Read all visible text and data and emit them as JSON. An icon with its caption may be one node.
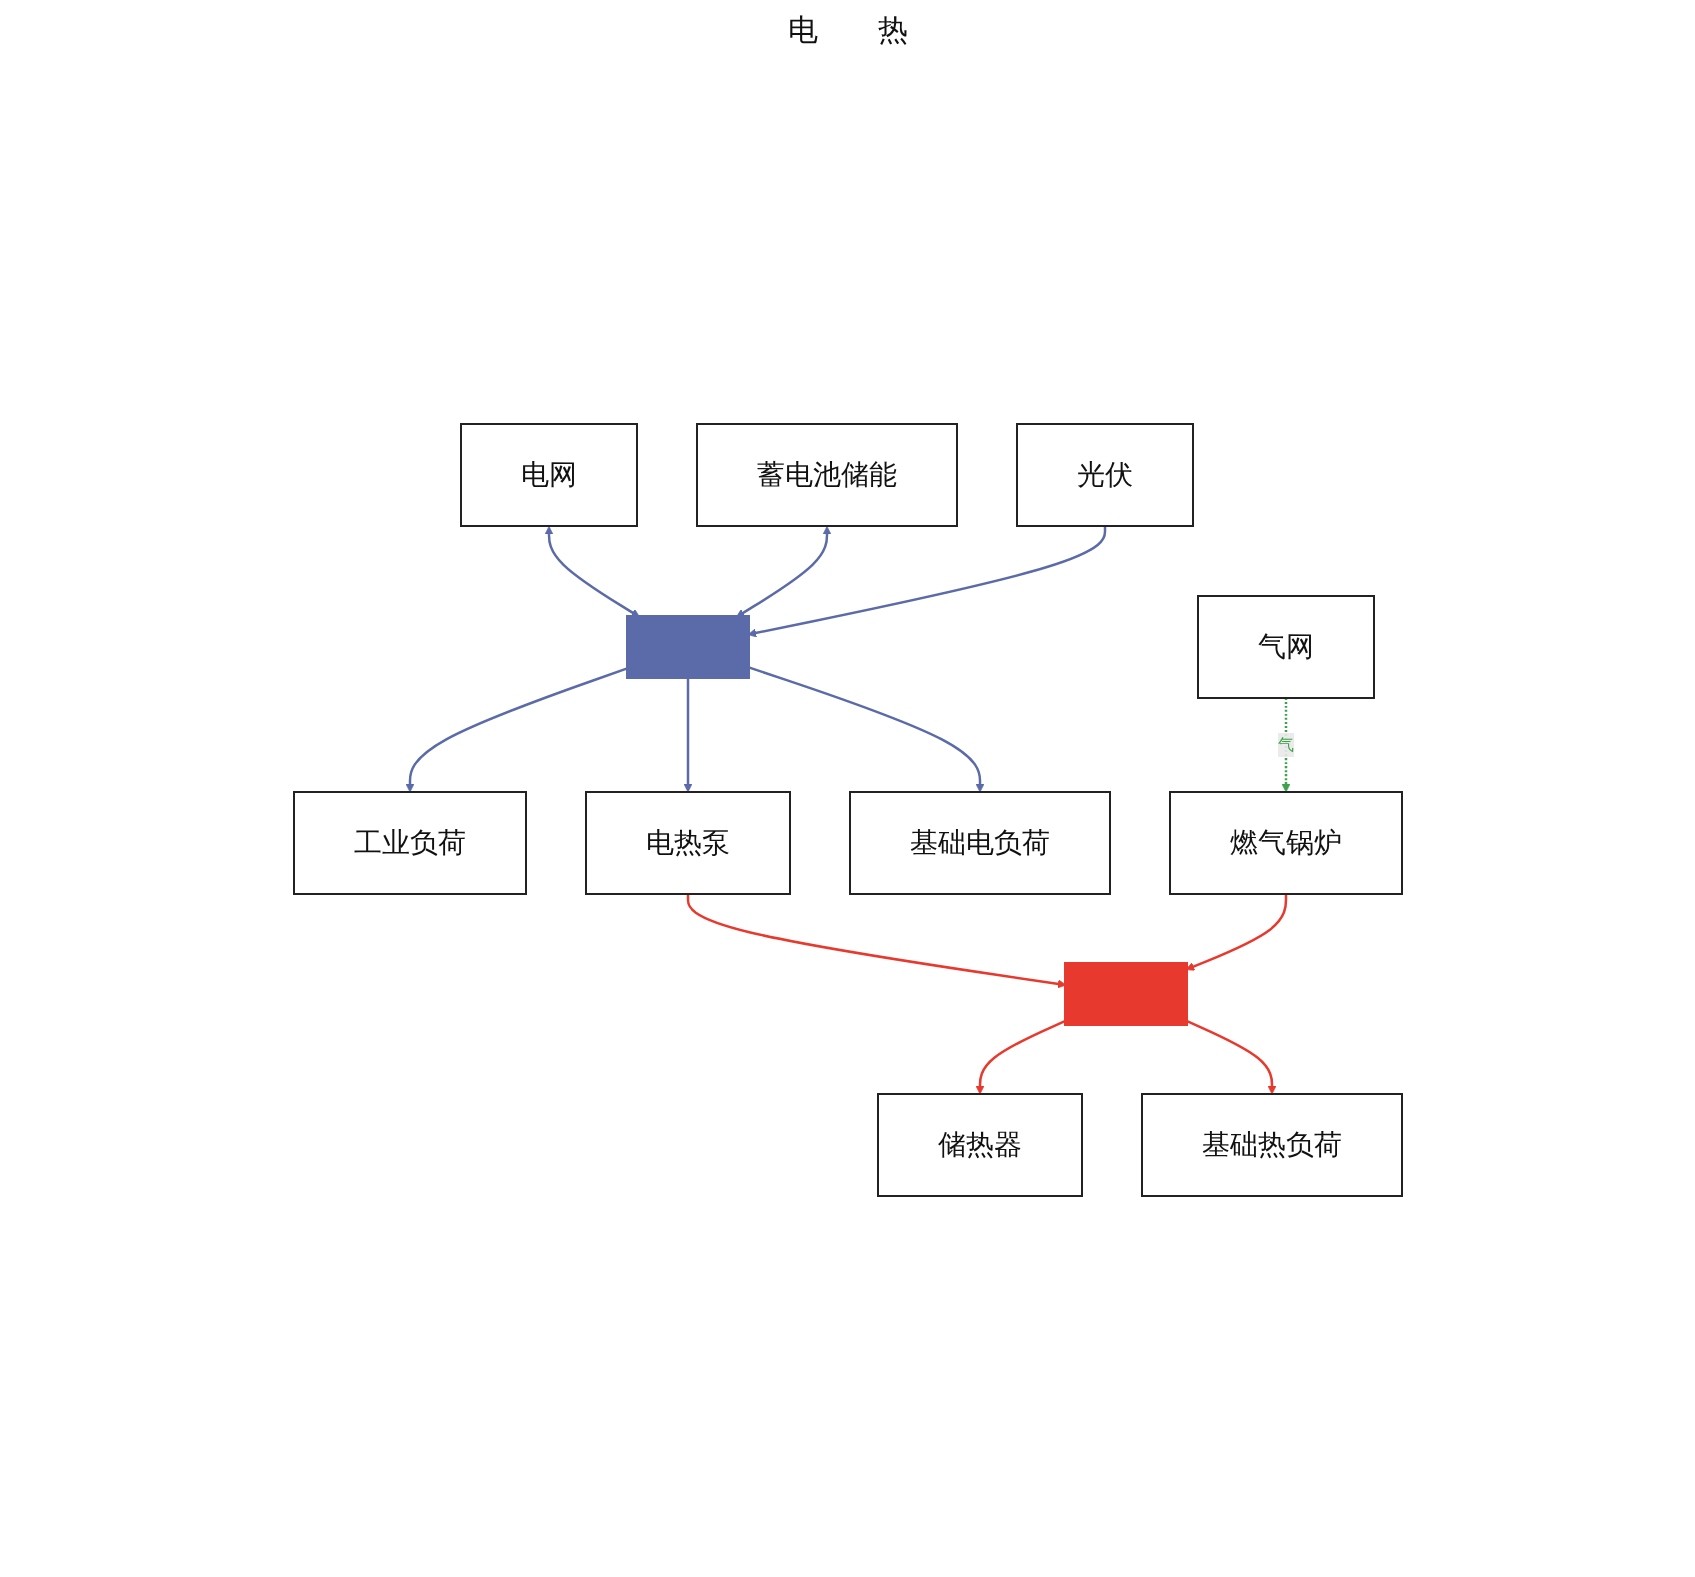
{
  "diagram": {
    "nodes": [
      {
        "text": [
          "电网"
        ]
      },
      {
        "text": [
          "蓄电池储能"
        ]
      },
      {
        "text": [
          "光伏"
        ]
      },
      {
        "text": [],
        "shape": "bar"
      },
      {
        "text": [
          "工业负荷"
        ]
      },
      {
        "text": [
          "电热泵"
        ]
      },
      {
        "text": [
          "基础电负荷"
        ]
      },
      {
        "text": [],
        "shape": "bar"
      },
      {
        "text": [
          "储热器"
        ]
      },
      {
        "text": [
          "基础热负荷"
        ]
      },
      {
        "text": [
          "气网"
        ]
      },
      {
        "text": [
          "燃气锅炉"
        ]
      }
    ],
    "edges": [
      {
        "from": 0,
        "to": 3,
        "arrow": "both"
      },
      {
        "from": 1,
        "to": 3,
        "arrow": "both"
      },
      {
        "from": 2,
        "to": 3,
        "arrow": "to"
      },
      {
        "from": 3,
        "to": 4,
        "arrow": "to"
      },
      {
        "from": 3,
        "to": 5,
        "arrow": "to"
      },
      {
        "from": 3,
        "to": 6,
        "arrow": "to"
      },
      {
        "from": 5,
        "to": 7,
        "arrow": "to",
        "color": "#e8392e"
      },
      {
        "from": 10,
        "to": 11,
        "arrow": "to",
        "label": "气",
        "style": "dashed",
        "color": "#3fa34d"
      },
      {
        "from": 11,
        "to": 7,
        "arrow": "to",
        "color": "#e8392e"
      },
      {
        "from": 7,
        "to": 8,
        "arrow": "to",
        "color": "#e8392e"
      },
      {
        "from": 7,
        "to": 9,
        "arrow": "to",
        "color": "#e8392e"
      }
    ],
    "labels": [
      "电",
      "热"
    ]
  }
}
